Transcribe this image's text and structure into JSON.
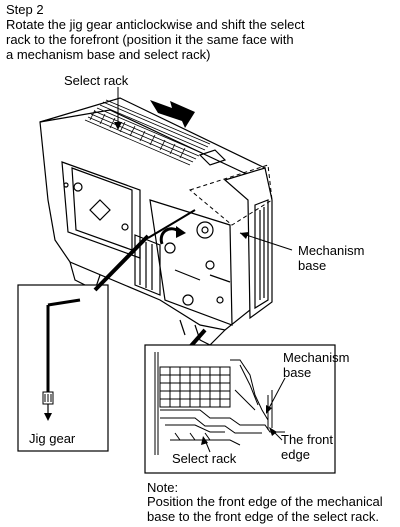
{
  "step": "Step 2",
  "instruction": "Rotate the jig gear anticlockwise and shift the select\nrack to the forefront (position it the same face with\na mechanism base and select rack)",
  "labels": {
    "select_rack_top": "Select rack",
    "mechanism_base_right": "Mechanism\nbase",
    "mechanism_base_inset": "Mechanism\nbase",
    "jig_gear": "Jig gear",
    "select_rack_inset": "Select rack",
    "front_edge": "The front\nedge"
  },
  "note": {
    "title": "Note:",
    "body": "Position the front edge of the mechanical\nbase to the front edge of the select rack."
  }
}
